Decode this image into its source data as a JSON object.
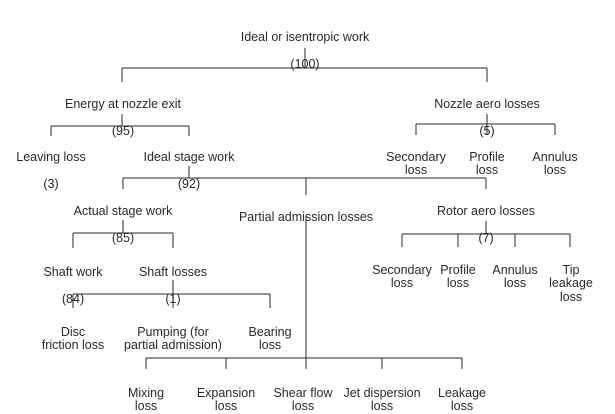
{
  "diagram": {
    "type": "tree",
    "background_color": "#ffffff",
    "text_color": "#2a2a2a",
    "line_color": "#2a2a2a",
    "nodes": {
      "ideal_work": {
        "label": "Ideal or isentropic work",
        "value": "(100)"
      },
      "energy_nozzle_exit": {
        "label": "Energy at nozzle exit",
        "value": "(95)"
      },
      "nozzle_aero_losses": {
        "label": "Nozzle aero losses",
        "value": "(5)"
      },
      "leaving_loss": {
        "label": "Leaving loss",
        "value": "(3)"
      },
      "ideal_stage_work": {
        "label": "Ideal stage work",
        "value": "(92)"
      },
      "nozzle_secondary_loss": {
        "label": "Secondary\nloss"
      },
      "nozzle_profile_loss": {
        "label": "Profile\nloss"
      },
      "nozzle_annulus_loss": {
        "label": "Annulus\nloss"
      },
      "actual_stage_work": {
        "label": "Actual stage work",
        "value": "(85)"
      },
      "partial_admission_losses": {
        "label": "Partial admission losses"
      },
      "rotor_aero_losses": {
        "label": "Rotor aero losses",
        "value": "(7)"
      },
      "shaft_work": {
        "label": "Shaft work",
        "value": "(84)"
      },
      "shaft_losses": {
        "label": "Shaft losses",
        "value": "(1)"
      },
      "rotor_secondary_loss": {
        "label": "Secondary\nloss"
      },
      "rotor_profile_loss": {
        "label": "Profile\nloss"
      },
      "rotor_annulus_loss": {
        "label": "Annulus\nloss"
      },
      "tip_leakage_loss": {
        "label": "Tip\nleakage\nloss"
      },
      "disc_friction_loss": {
        "label": "Disc\nfriction loss"
      },
      "pumping_loss": {
        "label": "Pumping (for\npartial admission)"
      },
      "bearing_loss": {
        "label": "Bearing\nloss"
      },
      "mixing_loss": {
        "label": "Mixing\nloss"
      },
      "expansion_loss": {
        "label": "Expansion\nloss"
      },
      "shear_flow_loss": {
        "label": "Shear flow\nloss"
      },
      "jet_dispersion_loss": {
        "label": "Jet dispersion\nloss"
      },
      "leakage_loss": {
        "label": "Leakage\nloss"
      }
    },
    "edges": [
      [
        "ideal_work",
        "energy_nozzle_exit"
      ],
      [
        "ideal_work",
        "nozzle_aero_losses"
      ],
      [
        "energy_nozzle_exit",
        "leaving_loss"
      ],
      [
        "energy_nozzle_exit",
        "ideal_stage_work"
      ],
      [
        "nozzle_aero_losses",
        "nozzle_secondary_loss"
      ],
      [
        "nozzle_aero_losses",
        "nozzle_profile_loss"
      ],
      [
        "nozzle_aero_losses",
        "nozzle_annulus_loss"
      ],
      [
        "ideal_stage_work",
        "actual_stage_work"
      ],
      [
        "ideal_stage_work",
        "partial_admission_losses"
      ],
      [
        "ideal_stage_work",
        "rotor_aero_losses"
      ],
      [
        "actual_stage_work",
        "shaft_work"
      ],
      [
        "actual_stage_work",
        "shaft_losses"
      ],
      [
        "rotor_aero_losses",
        "rotor_secondary_loss"
      ],
      [
        "rotor_aero_losses",
        "rotor_profile_loss"
      ],
      [
        "rotor_aero_losses",
        "rotor_annulus_loss"
      ],
      [
        "rotor_aero_losses",
        "tip_leakage_loss"
      ],
      [
        "shaft_losses",
        "disc_friction_loss"
      ],
      [
        "shaft_losses",
        "pumping_loss"
      ],
      [
        "shaft_losses",
        "bearing_loss"
      ],
      [
        "partial_admission_losses",
        "mixing_loss"
      ],
      [
        "partial_admission_losses",
        "expansion_loss"
      ],
      [
        "partial_admission_losses",
        "shear_flow_loss"
      ],
      [
        "partial_admission_losses",
        "jet_dispersion_loss"
      ],
      [
        "partial_admission_losses",
        "leakage_loss"
      ]
    ]
  }
}
